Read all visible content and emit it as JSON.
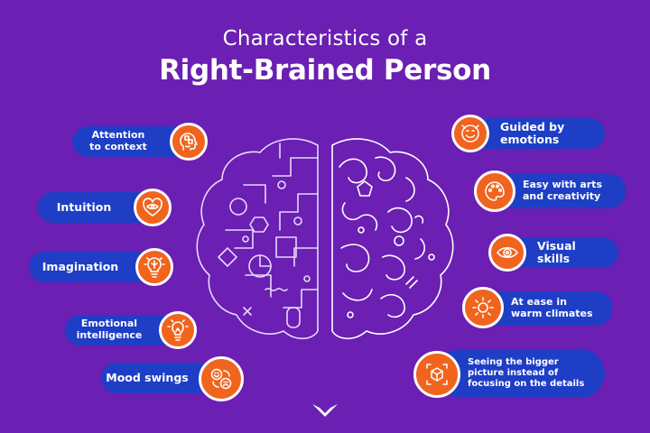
{
  "colors": {
    "background": "#6b1fb3",
    "pill": "#1e3ec6",
    "accent": "#f0641e",
    "text": "#ffffff",
    "outline": "#e6d8fa"
  },
  "header": {
    "title_line1": "Characteristics of a",
    "title_line2": "Right-Brained Person"
  },
  "left_items": [
    {
      "label": "Attention\nto context",
      "icon": "head-puzzle-icon"
    },
    {
      "label": "Intuition",
      "icon": "heart-eye-icon"
    },
    {
      "label": "Imagination",
      "icon": "lightbulb-brain-icon"
    },
    {
      "label": "Emotional\nintelligence",
      "icon": "lightbulb-icon"
    },
    {
      "label": "Mood swings",
      "icon": "mood-faces-icon"
    }
  ],
  "right_items": [
    {
      "label": "Guided by emotions",
      "icon": "emotions-faces-icon"
    },
    {
      "label": "Easy with arts\nand creativity",
      "icon": "palette-icon"
    },
    {
      "label": "Visual skills",
      "icon": "eye-icon"
    },
    {
      "label": "At ease in\nwarm climates",
      "icon": "sun-icon"
    },
    {
      "label": "Seeing the bigger\npicture instead of\nfocusing on the details",
      "icon": "cube-frame-icon"
    }
  ],
  "center": {
    "icon": "brain-illustration"
  },
  "footer": {
    "icon": "logo-mark-icon"
  }
}
